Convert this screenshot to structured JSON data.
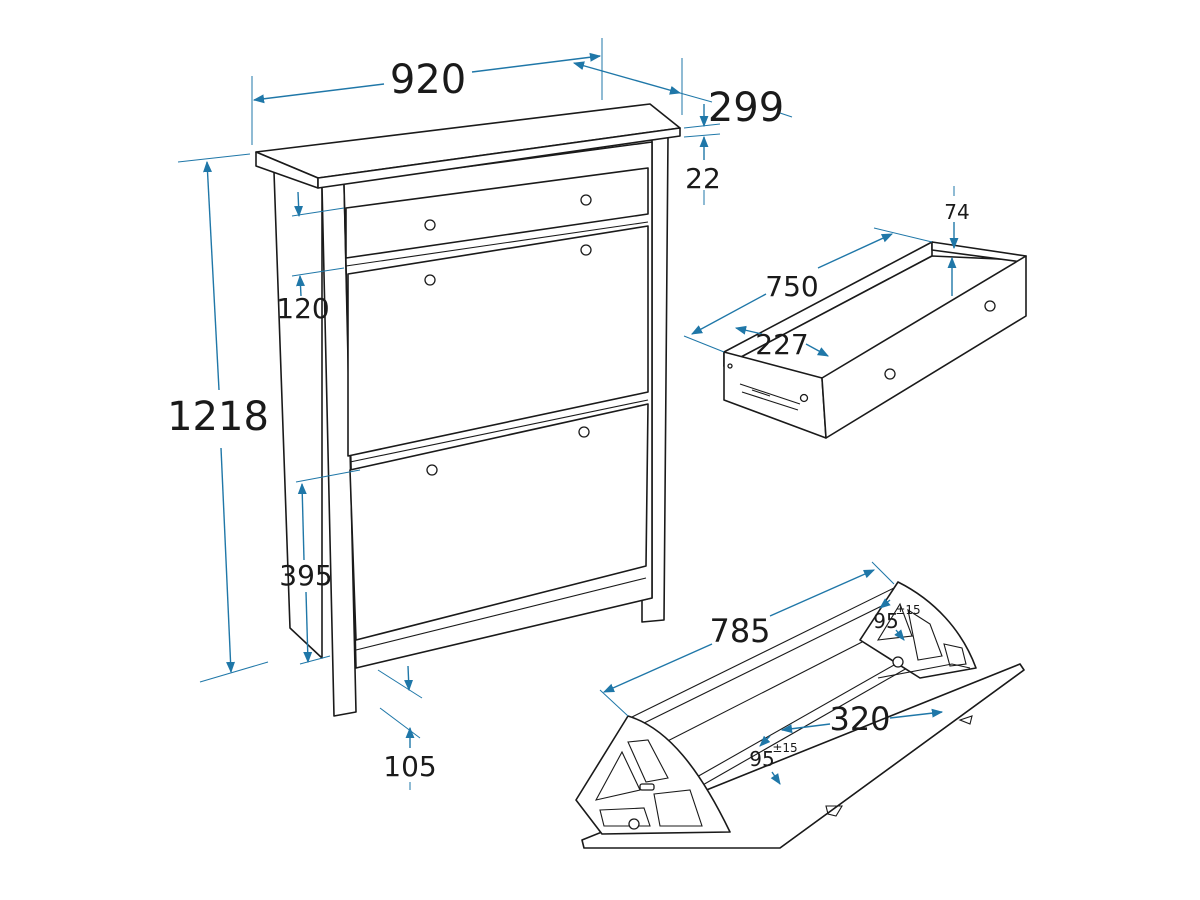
{
  "dimensions": {
    "cabinet_width": "920",
    "cabinet_depth": "299",
    "top_thickness": "22",
    "cabinet_height": "1218",
    "drawer_height": "120",
    "compartment_height": "395",
    "leg_height": "105",
    "drawer_length": "750",
    "drawer_depth": "227",
    "drawer_side_height": "74",
    "rack_length": "785",
    "rack_depth": "320",
    "rack_offset_upper": "95",
    "rack_offset_lower": "95",
    "tolerance_upper": "±15",
    "tolerance_lower": "±15"
  },
  "colors": {
    "dimension_line": "#1f77a8",
    "outline": "#1a1a1a",
    "background": "#ffffff"
  }
}
